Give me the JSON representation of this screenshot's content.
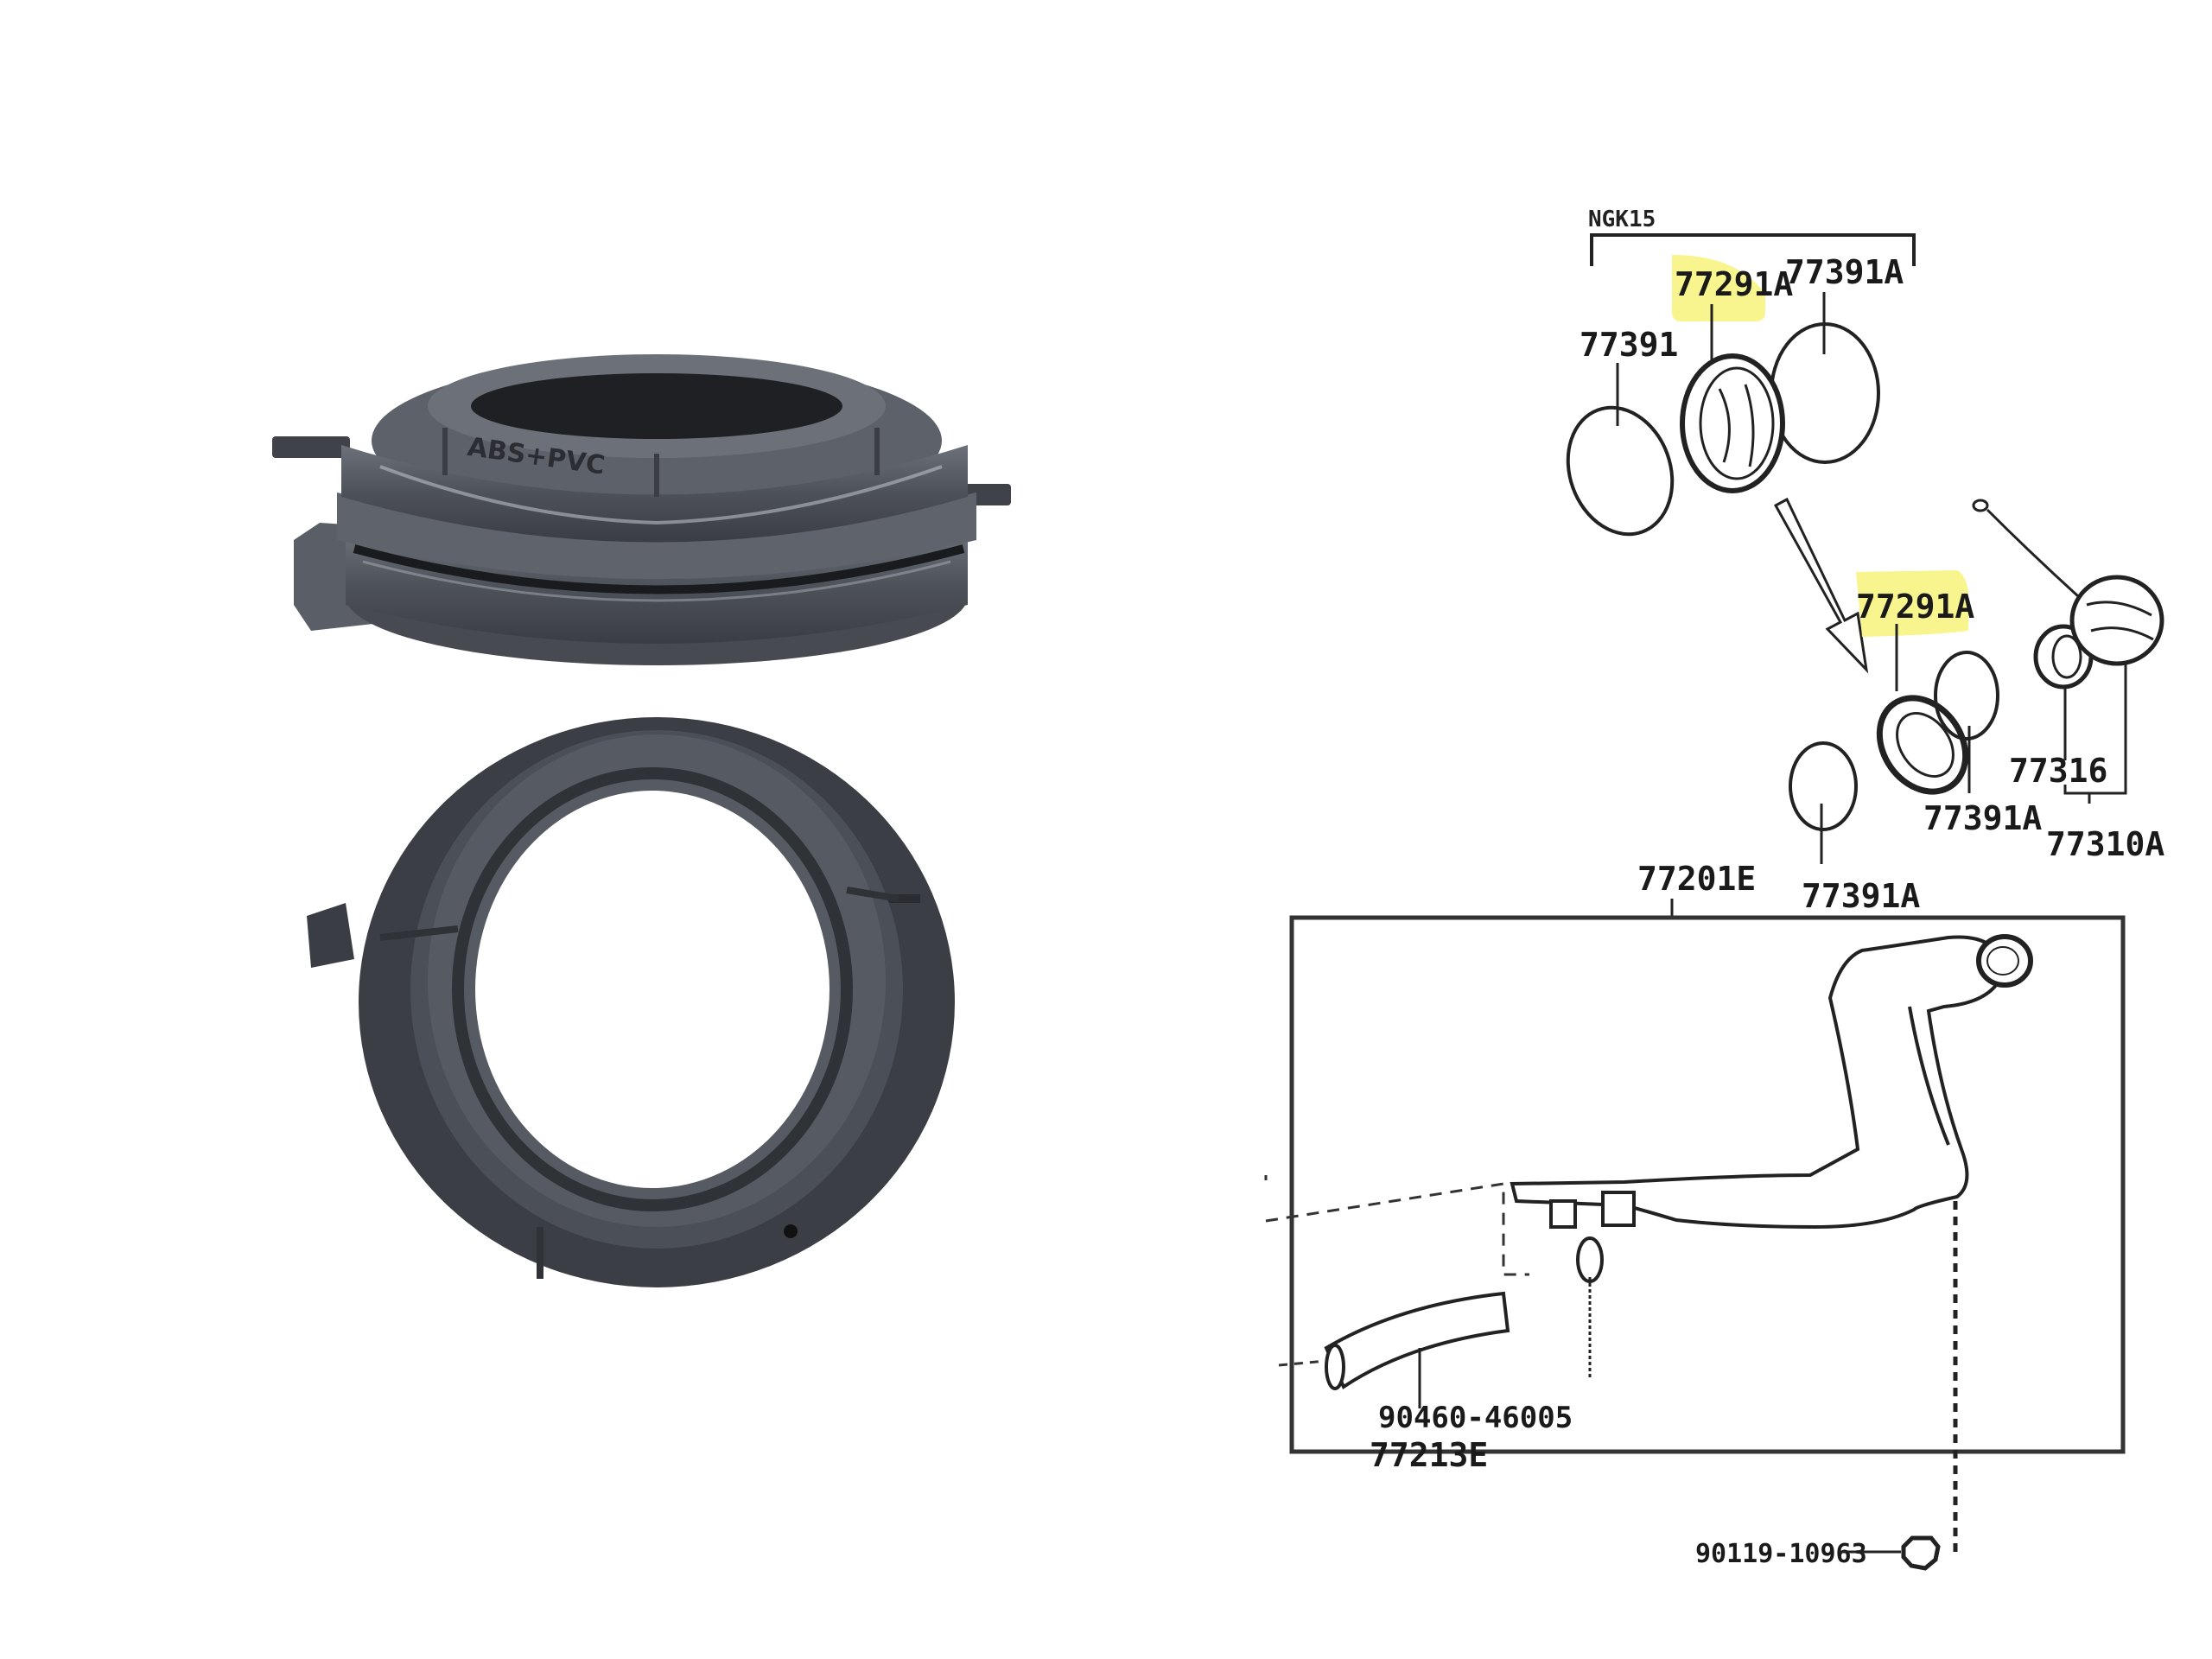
{
  "photos": {
    "top": {
      "description": "Fuel filler ring, side view",
      "embossed_text": "ABS+PVC"
    },
    "bottom": {
      "description": "Fuel filler ring, top view"
    }
  },
  "diagram": {
    "group_label": "NGK15",
    "highlight_color": "#f7f27a",
    "labels": {
      "p77391": "77391",
      "p77291A_top": "77291A",
      "p77391A_top": "77391A",
      "p77291A_mid": "77291A",
      "p77316": "77316",
      "p77391A_mid": "77391A",
      "p77310A": "77310A",
      "p77391A_low": "77391A",
      "p77201E": "77201E",
      "p90460": "90460-46005",
      "p77213E": "77213E",
      "p90119": "90119-10963"
    },
    "highlighted_parts": [
      "77291A",
      "77291A"
    ]
  }
}
